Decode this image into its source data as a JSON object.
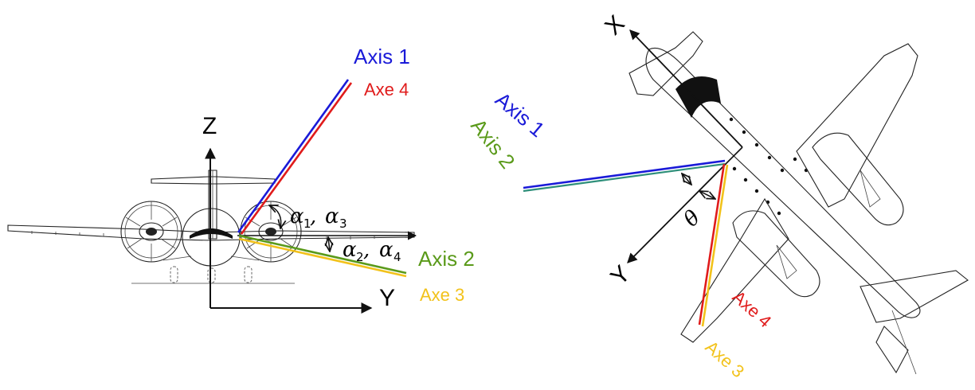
{
  "front_view": {
    "labels": {
      "axis1": "Axis 1",
      "axe4": "Axe 4",
      "axis2": "Axis 2",
      "axe3": "Axe 3",
      "z_axis": "Z",
      "y_axis": "Y",
      "alpha": "α",
      "sub1": "1",
      "sub2": "2",
      "sub3": "3",
      "sub4": "4",
      "comma": ","
    }
  },
  "top_view": {
    "labels": {
      "axis1": "Axis 1",
      "axis2": "Axis 2",
      "axe4": "Axe 4",
      "axe3": "Axe 3",
      "x_axis": "X",
      "y_axis": "Y",
      "theta": "θ"
    }
  },
  "colors": {
    "axis1": "#1a1ad8",
    "axe4": "#e01b1b",
    "axis2": "#5a9a1a",
    "axis2_top": "#2e8f7a",
    "axe3": "#f2c21b",
    "ink": "#111111"
  }
}
